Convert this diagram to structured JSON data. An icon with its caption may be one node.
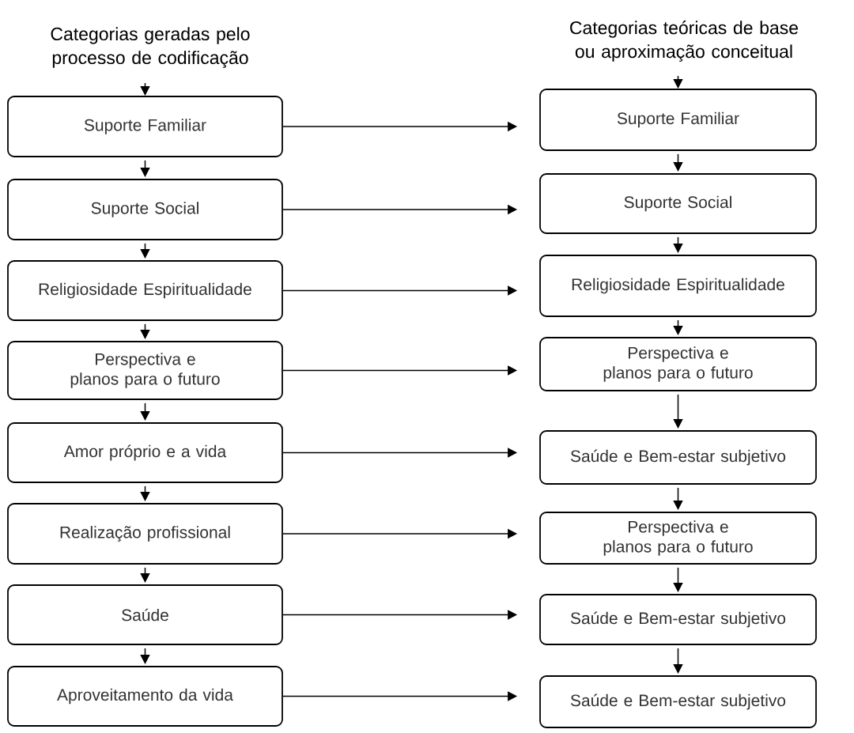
{
  "diagram": {
    "nodes": [
      {
        "text": [
          "Suporte Familiar"
        ]
      },
      {
        "text": [
          "Suporte Social"
        ]
      },
      {
        "text": [
          "Religiosidade Espiritualidade"
        ]
      },
      {
        "text": [
          "Perspectiva e planos para o futuro"
        ]
      },
      {
        "text": [
          "Amor próprio e a vida"
        ]
      },
      {
        "text": [
          "Realização profissional"
        ]
      },
      {
        "text": [
          "Saúde"
        ]
      },
      {
        "text": [
          "Aproveitamento da vida"
        ]
      },
      {
        "text": [
          "Suporte Familiar"
        ]
      },
      {
        "text": [
          "Suporte Social"
        ]
      },
      {
        "text": [
          "Religiosidade Espiritualidade"
        ]
      },
      {
        "text": [
          "Perspectiva e planos para o futuro"
        ]
      },
      {
        "text": [
          "Saúde e Bem-estar subjetivo"
        ]
      },
      {
        "text": [
          "Perspectiva e planos para o futuro"
        ]
      },
      {
        "text": [
          "Saúde e Bem-estar subjetivo"
        ]
      },
      {
        "text": [
          "Saúde e Bem-estar subjetivo"
        ]
      }
    ],
    "edges": [
      {
        "from": null,
        "to": 0,
        "arrow": "to"
      },
      {
        "from": 0,
        "to": 1,
        "arrow": "to"
      },
      {
        "from": 1,
        "to": 2,
        "arrow": "to"
      },
      {
        "from": 2,
        "to": 3,
        "arrow": "to"
      },
      {
        "from": 3,
        "to": 4,
        "arrow": "to"
      },
      {
        "from": 4,
        "to": 5,
        "arrow": "to"
      },
      {
        "from": 5,
        "to": 6,
        "arrow": "to"
      },
      {
        "from": 6,
        "to": 7,
        "arrow": "to"
      },
      {
        "from": null,
        "to": 8,
        "arrow": "to"
      },
      {
        "from": 8,
        "to": 9,
        "arrow": "to"
      },
      {
        "from": 9,
        "to": 10,
        "arrow": "to"
      },
      {
        "from": 10,
        "to": 11,
        "arrow": "to"
      },
      {
        "from": 11,
        "to": 12,
        "arrow": "to"
      },
      {
        "from": 12,
        "to": 13,
        "arrow": "to"
      },
      {
        "from": 13,
        "to": 14,
        "arrow": "to"
      },
      {
        "from": 14,
        "to": 15,
        "arrow": "to"
      },
      {
        "from": 0,
        "to": 8,
        "arrow": "to"
      },
      {
        "from": 1,
        "to": 9,
        "arrow": "to"
      },
      {
        "from": 2,
        "to": 10,
        "arrow": "to"
      },
      {
        "from": 3,
        "to": 11,
        "arrow": "to"
      },
      {
        "from": 4,
        "to": 12,
        "arrow": "to"
      },
      {
        "from": 5,
        "to": 13,
        "arrow": "to"
      },
      {
        "from": 6,
        "to": 14,
        "arrow": "to"
      },
      {
        "from": 7,
        "to": 15,
        "arrow": "to"
      }
    ],
    "labels": [
      "Categorias geradas pelo processo de codificação",
      "Categorias teóricas de base ou aproximação conceitual"
    ]
  }
}
